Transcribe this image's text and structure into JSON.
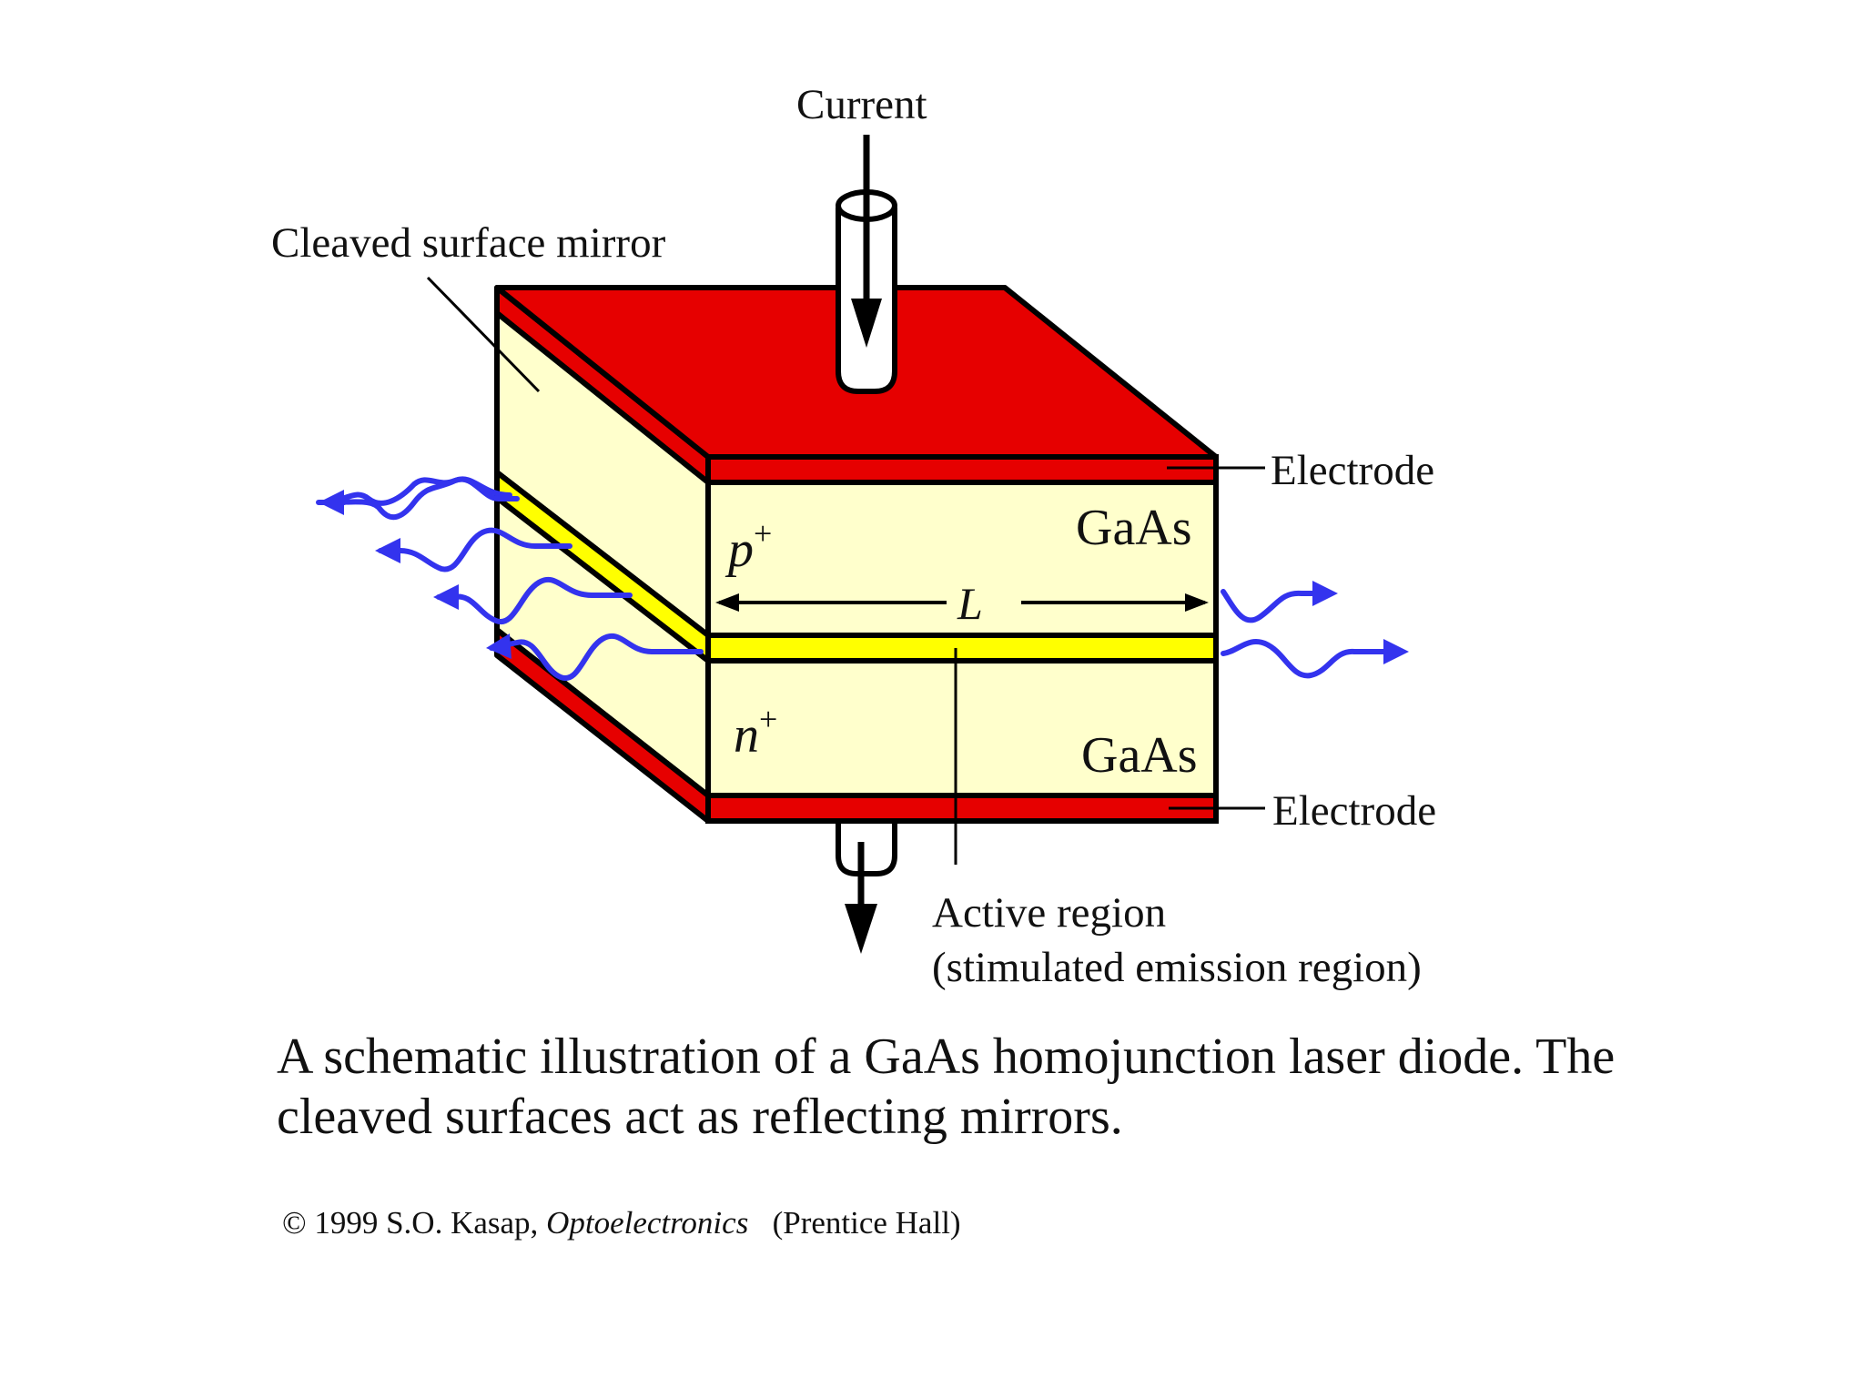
{
  "labels": {
    "current": "Current",
    "mirror": "Cleaved surface mirror",
    "electrode_top": "Electrode",
    "electrode_bottom": "Electrode",
    "gaas_top": "GaAs",
    "gaas_bottom": "GaAs",
    "p_letter": "p",
    "p_sup": "+",
    "n_letter": "n",
    "n_sup": "+",
    "length": "L",
    "active_line1": "Active region",
    "active_line2": "(stimulated emission region)"
  },
  "caption": "A schematic illustration of a GaAs homojunction laser diode. The cleaved surfaces act as reflecting mirrors.",
  "credit": {
    "prefix": "© 1999 S.O. Kasap,",
    "book": "Optoelectronics",
    "publisher": "(Prentice Hall)"
  },
  "colors": {
    "electrode": "#e60000",
    "gaas": "#ffffcc",
    "active": "#ffff00",
    "light": "#3333ee",
    "outline": "#000000"
  },
  "icons": [
    "current-arrow-icon",
    "light-wave-icon"
  ]
}
